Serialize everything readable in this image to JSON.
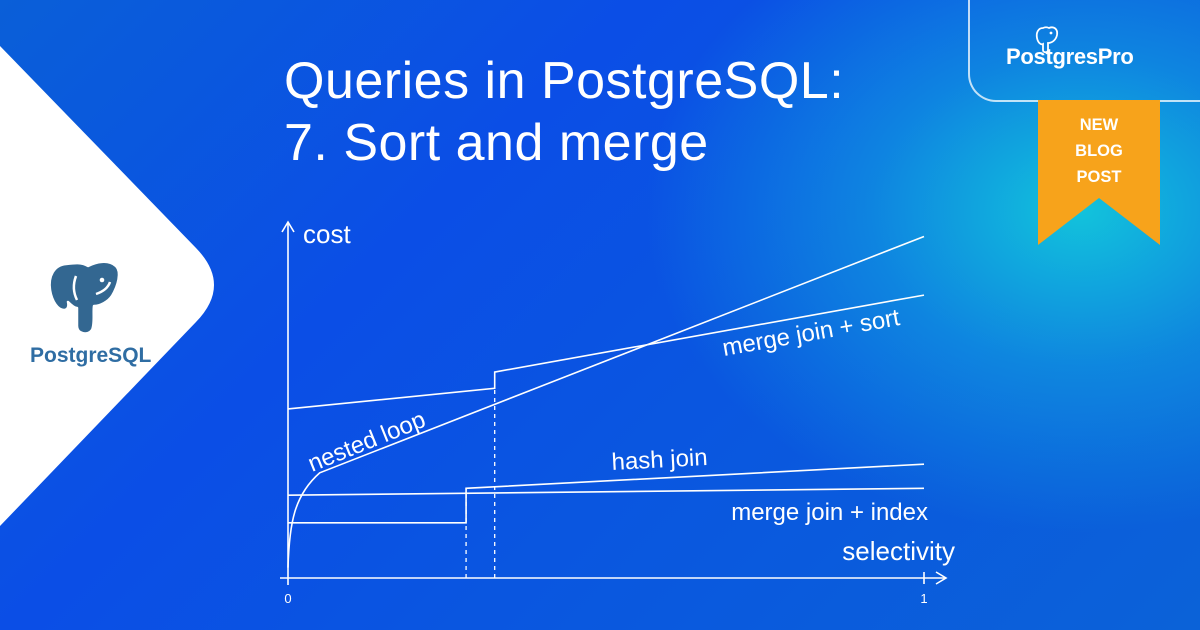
{
  "title": {
    "line1": "Queries in PostgreSQL:",
    "line2": "7. Sort and merge"
  },
  "postgres_logo": {
    "label": "PostgreSQL",
    "icon": "elephant-icon"
  },
  "brand": {
    "name": "PostgresPro",
    "icon": "elephant-outline-icon"
  },
  "ribbon": {
    "line1": "NEW",
    "line2": "BLOG",
    "line3": "POST",
    "color": "#f7a31b"
  },
  "colors": {
    "background_left": "#0a5fd8",
    "background_glow": "#12c3dc",
    "panel": "#ffffff",
    "logo_blue": "#336791",
    "lines": "#ffffff"
  },
  "chart_data": {
    "type": "line",
    "ylabel": "cost",
    "xlabel": "selectivity",
    "xlim": [
      0,
      1
    ],
    "ylim": [
      0,
      1
    ],
    "x_ticks": [
      "0",
      "1"
    ],
    "grid": false,
    "legend": "none",
    "series": [
      {
        "name": "nested loop",
        "x": [
          0,
          0.005,
          0.02,
          0.05,
          1
        ],
        "y": [
          0.03,
          0.2,
          0.27,
          0.305,
          0.99
        ]
      },
      {
        "name": "merge join + sort",
        "x": [
          0,
          0.325,
          0.325,
          1
        ],
        "y": [
          0.49,
          0.55,
          0.597,
          0.82
        ]
      },
      {
        "name": "hash join",
        "x": [
          0,
          0.28,
          0.28,
          1
        ],
        "y": [
          0.16,
          0.16,
          0.26,
          0.33
        ]
      },
      {
        "name": "merge join + index",
        "x": [
          0,
          1
        ],
        "y": [
          0.24,
          0.26
        ]
      }
    ],
    "markers": [
      {
        "x": 0.28,
        "style": "dashed"
      },
      {
        "x": 0.325,
        "style": "dashed"
      }
    ]
  }
}
